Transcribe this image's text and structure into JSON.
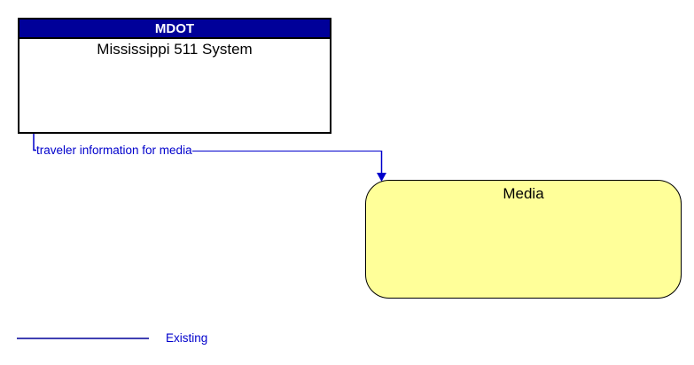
{
  "diagram": {
    "entity": {
      "header": "MDOT",
      "name": "Mississippi 511 System"
    },
    "terminator": {
      "name": "Media"
    },
    "flow": {
      "label": "traveler information for media",
      "direction": "entity-to-terminator"
    },
    "legend": {
      "label": "Existing"
    },
    "colors": {
      "entity_header_bg": "#000099",
      "entity_header_text": "#FFFFFF",
      "entity_border": "#000000",
      "terminator_fill": "#FFFF99",
      "terminator_border": "#000000",
      "flow_line": "#0000CC",
      "flow_label_text": "#0000CC",
      "legend_line": "#000099",
      "legend_text": "#0000CC",
      "background": "#FFFFFF"
    }
  }
}
